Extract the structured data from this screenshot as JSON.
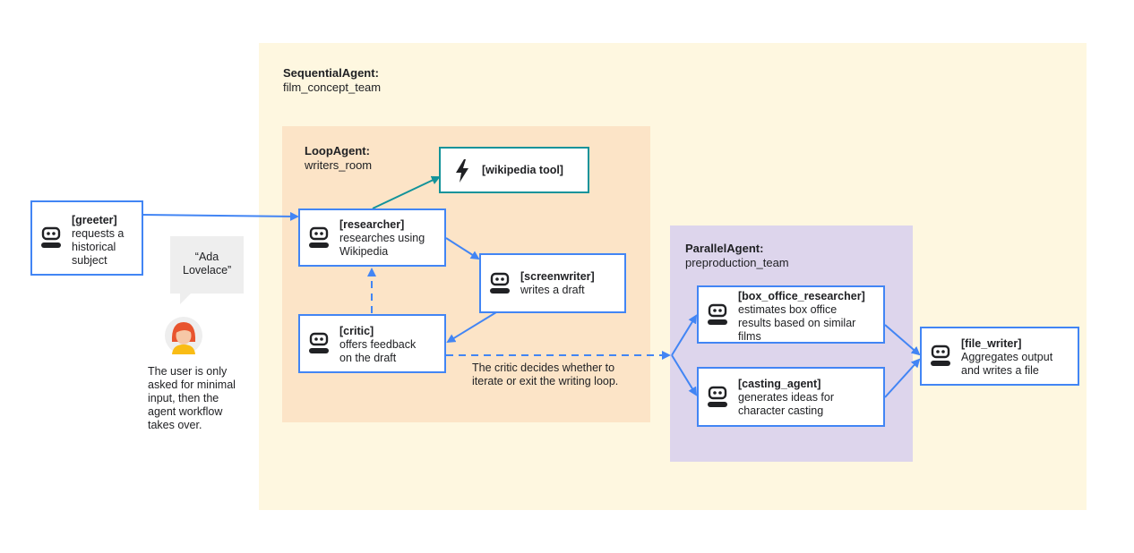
{
  "colors": {
    "sequential_bg": "#fef7e0",
    "loop_bg": "#fce4c7",
    "parallel_bg": "#ddd5ec",
    "agent_border": "#4285f4",
    "tool_border": "#12939a",
    "arrow_blue": "#4285f4",
    "arrow_teal": "#12939a"
  },
  "icons": {
    "agent": "robot-icon",
    "tool": "lightning-bolt-icon",
    "user": "user-avatar-icon"
  },
  "sequential": {
    "kind": "SequentialAgent:",
    "name": "film_concept_team"
  },
  "loop": {
    "kind": "LoopAgent:",
    "name": "writers_room"
  },
  "parallel": {
    "kind": "ParallelAgent:",
    "name": "preproduction_team"
  },
  "nodes": {
    "greeter": {
      "title": "[greeter]",
      "desc": "requests a historical subject"
    },
    "researcher": {
      "title": "[researcher]",
      "desc": "researches using Wikipedia"
    },
    "screenwriter": {
      "title": "[screenwriter]",
      "desc": "writes a draft"
    },
    "critic": {
      "title": "[critic]",
      "desc": "offers feedback on the draft"
    },
    "box_office_researcher": {
      "title": "[box_office_researcher]",
      "desc": "estimates box office results based on similar films"
    },
    "casting_agent": {
      "title": "[casting_agent]",
      "desc": "generates ideas for character casting"
    },
    "file_writer": {
      "title": "[file_writer]",
      "desc": "Aggregates output and writes a file"
    }
  },
  "tool": {
    "label": "[wikipedia tool]"
  },
  "user_quote": "“Ada Lovelace”",
  "user_caption": "The user is only asked for minimal input, then the agent workflow takes over.",
  "critic_note": "The critic decides whether to iterate or exit the writing loop."
}
